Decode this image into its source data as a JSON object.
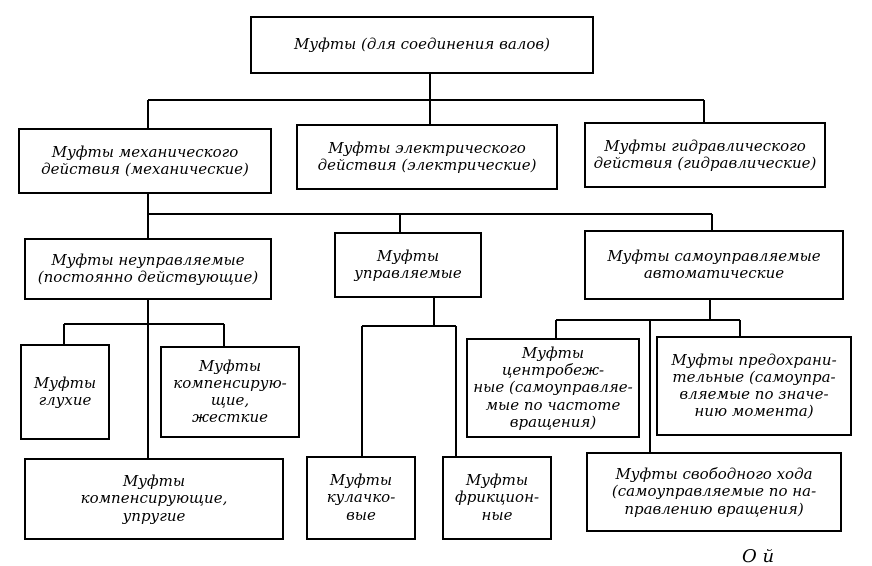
{
  "root": "Муфты (для соединения валов)",
  "level1": {
    "mechanical": "Муфты механического\nдействия (механические)",
    "electric": "Муфты электрического\nдействия (электрические)",
    "hydraulic": "Муфты гидравлического\nдействия (гидравлические)"
  },
  "level2": {
    "uncontrolled": "Муфты неуправляемые\n(постоянно действующие)",
    "controlled": "Муфты\nуправляемые",
    "selfcontrolled": "Муфты самоуправляемые\nавтоматические"
  },
  "leaves": {
    "blind": "Муфты\nглухие",
    "rigid": "Муфты\nкомпенсирую-\nщие,\nжесткие",
    "elastic": "Муфты\nкомпенсирующие,\nупругие",
    "jaw": "Муфты\nкулачко-\nвые",
    "friction": "Муфты\nфрикцион-\nные",
    "centrifugal": "Муфты центробеж-\nные (самоуправляе-\nмые по частоте\nвращения)",
    "safety": "Муфты предохрани-\nтельные (самоупра-\nвляемые по значе-\nнию момента)",
    "freewheel": "Муфты свободного хода\n(самоуправляемые по на-\nправлению вращения)"
  },
  "stray_text": "О      й"
}
